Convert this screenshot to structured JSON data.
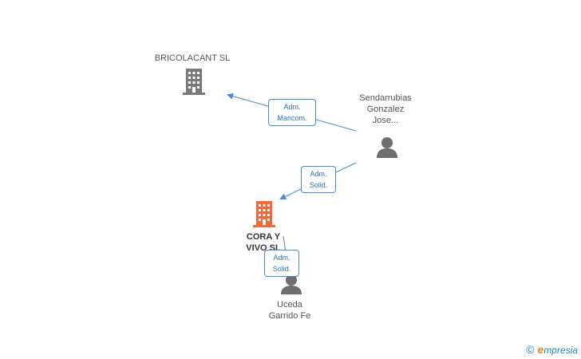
{
  "nodes": {
    "bricolacant": {
      "label": "BRICOLACANT SL",
      "kind": "company"
    },
    "sendarrubias": {
      "line1": "Sendarrubias",
      "line2": "Gonzalez",
      "line3": "Jose...",
      "kind": "person"
    },
    "cora": {
      "line1": "CORA Y",
      "line2": "VIVO SL",
      "kind": "company-main"
    },
    "uceda": {
      "line1": "Uceda",
      "line2": "Garrido Fe",
      "kind": "person"
    }
  },
  "edges": [
    {
      "from": "sendarrubias",
      "to": "bricolacant",
      "line1": "Adm.",
      "line2": "Mancom."
    },
    {
      "from": "sendarrubias",
      "to": "cora",
      "line1": "Adm.",
      "line2": "Solid."
    },
    {
      "from": "uceda",
      "to": "cora",
      "line1": "Adm.",
      "line2": "Solid."
    }
  ],
  "brand": {
    "copyright": "©",
    "name": "mpresia",
    "initial": "e"
  },
  "colors": {
    "company": "#7a7a7a",
    "main_company": "#f26a3a",
    "person": "#6e6e6e",
    "edge": "#4a8ad4"
  }
}
